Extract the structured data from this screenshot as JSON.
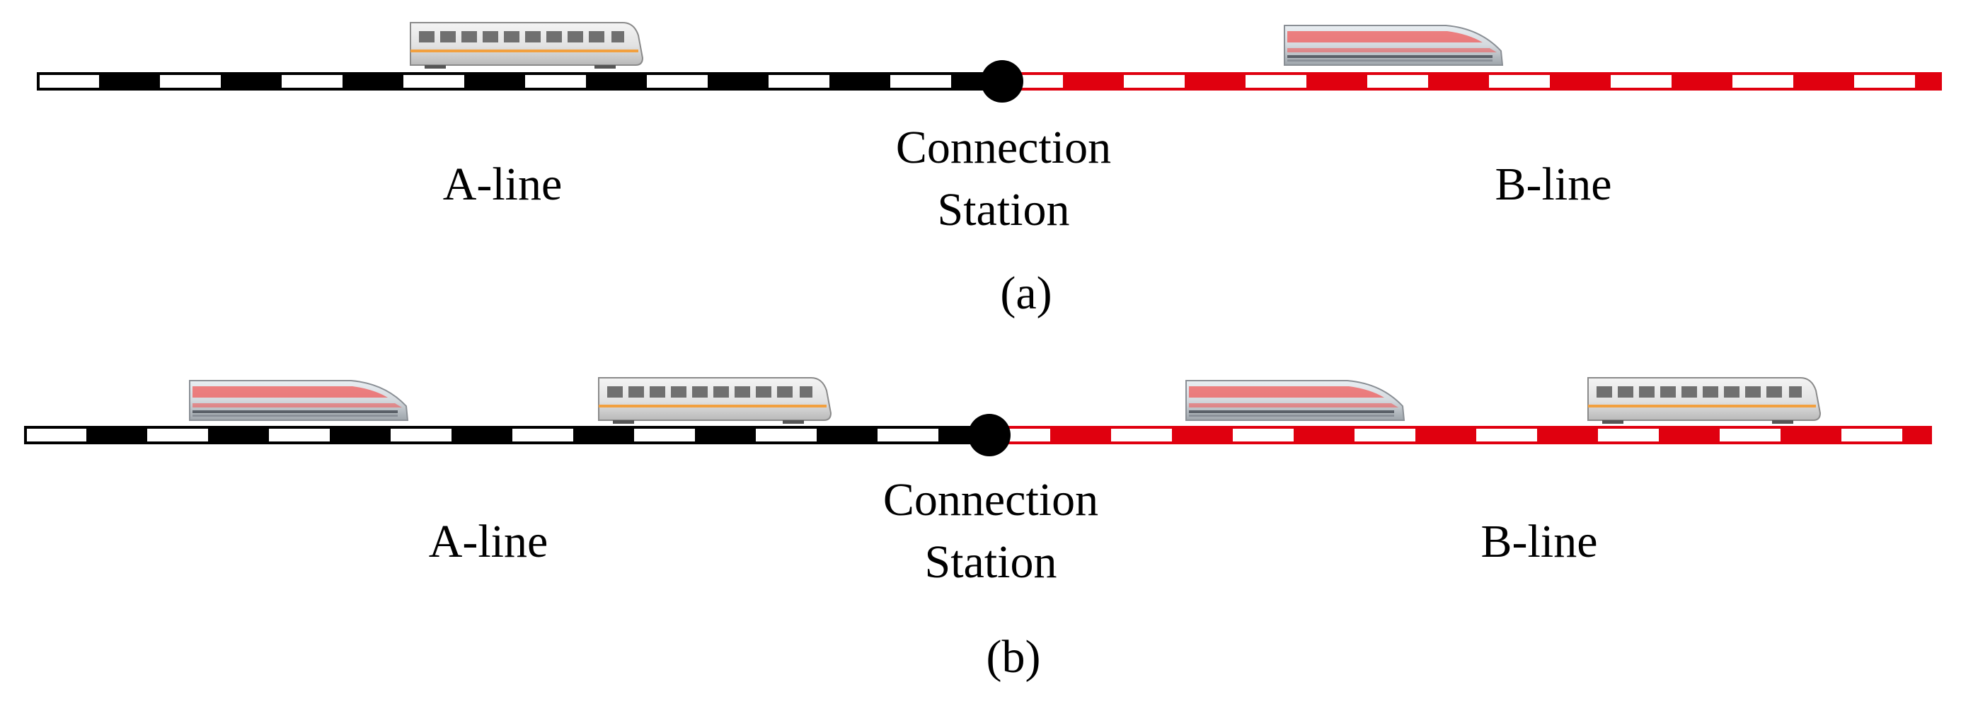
{
  "colors": {
    "a_line": "#000000",
    "b_line": "#e0000f",
    "station": "#000000",
    "metro_stripe": "#f2a03f",
    "hsr_stripe": "#ef5b5b"
  },
  "panels": [
    {
      "id": "a",
      "caption": "(a)",
      "a_line_label": "A-line",
      "station_label_line1": "Connection",
      "station_label_line2": "Station",
      "b_line_label": "B-line",
      "trains": [
        {
          "line": "A",
          "type": "metro"
        },
        {
          "line": "B",
          "type": "high-speed"
        }
      ]
    },
    {
      "id": "b",
      "caption": "(b)",
      "a_line_label": "A-line",
      "station_label_line1": "Connection",
      "station_label_line2": "Station",
      "b_line_label": "B-line",
      "trains": [
        {
          "line": "A",
          "type": "high-speed"
        },
        {
          "line": "A",
          "type": "metro"
        },
        {
          "line": "B",
          "type": "high-speed"
        },
        {
          "line": "B",
          "type": "metro"
        }
      ]
    }
  ]
}
